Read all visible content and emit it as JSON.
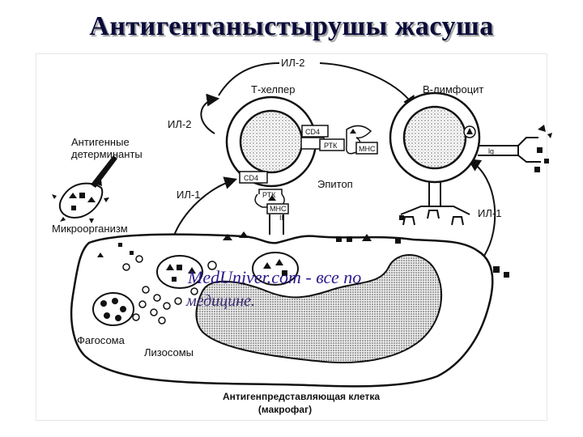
{
  "title": "Антигентаныстырушы жасуша",
  "labels": {
    "il2_top": "ИЛ-2",
    "il2_left": "ИЛ-2",
    "il1_left": "ИЛ-1",
    "il1_right": "ИЛ-1",
    "t_helper": "Т-хелпер",
    "b_lymphocyte": "В-лимфоцит",
    "antigen_determinants_1": "Антигенные",
    "antigen_determinants_2": "детерминанты",
    "microorganism": "Микроорганизм",
    "cd4_top": "CD4",
    "cd4_bottom": "CD4",
    "ptk_top": "РТК",
    "ptk_bottom": "РТК",
    "mhc_top": "МНС",
    "mhc_bottom": "МНС",
    "ii": "II",
    "ig": "lg",
    "epitope": "Эпитоп",
    "phagosome": "Фагосома",
    "lysosomes": "Лизосомы",
    "apc_caption_1": "Антигенпредставляющая клетка",
    "apc_caption_2": "(макрофаг)"
  },
  "watermark": {
    "line1_a": "Med",
    "line1_b": "Univer.com",
    "line1_c": " - все по",
    "line2": "медицине."
  }
}
